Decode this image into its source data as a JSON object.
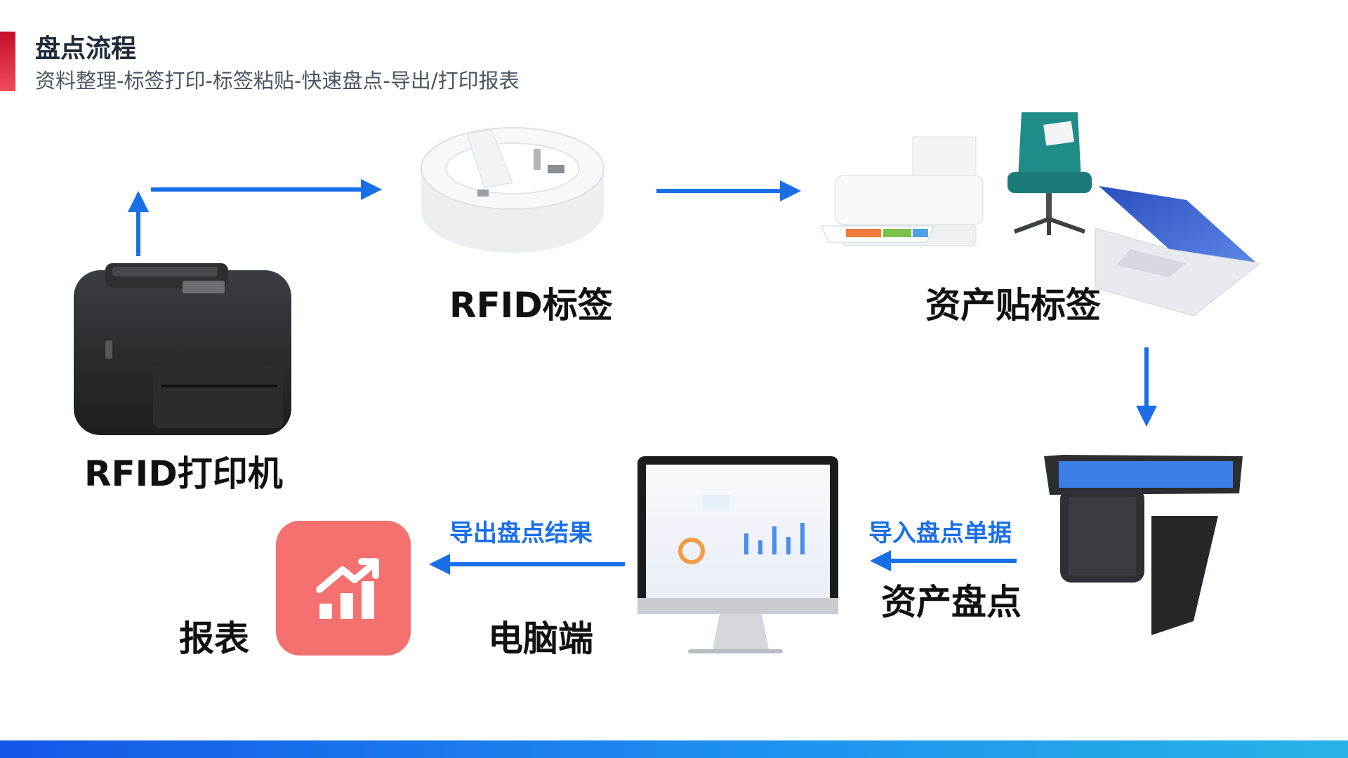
{
  "header": {
    "title": "盘点流程",
    "subtitle": "资料整理-标签打印-标签粘贴-快速盘点-导出/打印报表"
  },
  "nodes": {
    "printer": "RFID打印机",
    "rfid_tag": "RFID标签",
    "asset_label": "资产贴标签",
    "inventory": "资产盘点",
    "computer": "电脑端",
    "report": "报表"
  },
  "edges": {
    "import": "导入盘点单据",
    "export": "导出盘点结果"
  },
  "colors": {
    "arrow": "#1a6fe8",
    "report_tile": "#f4716f",
    "accent": "#d01d33"
  }
}
